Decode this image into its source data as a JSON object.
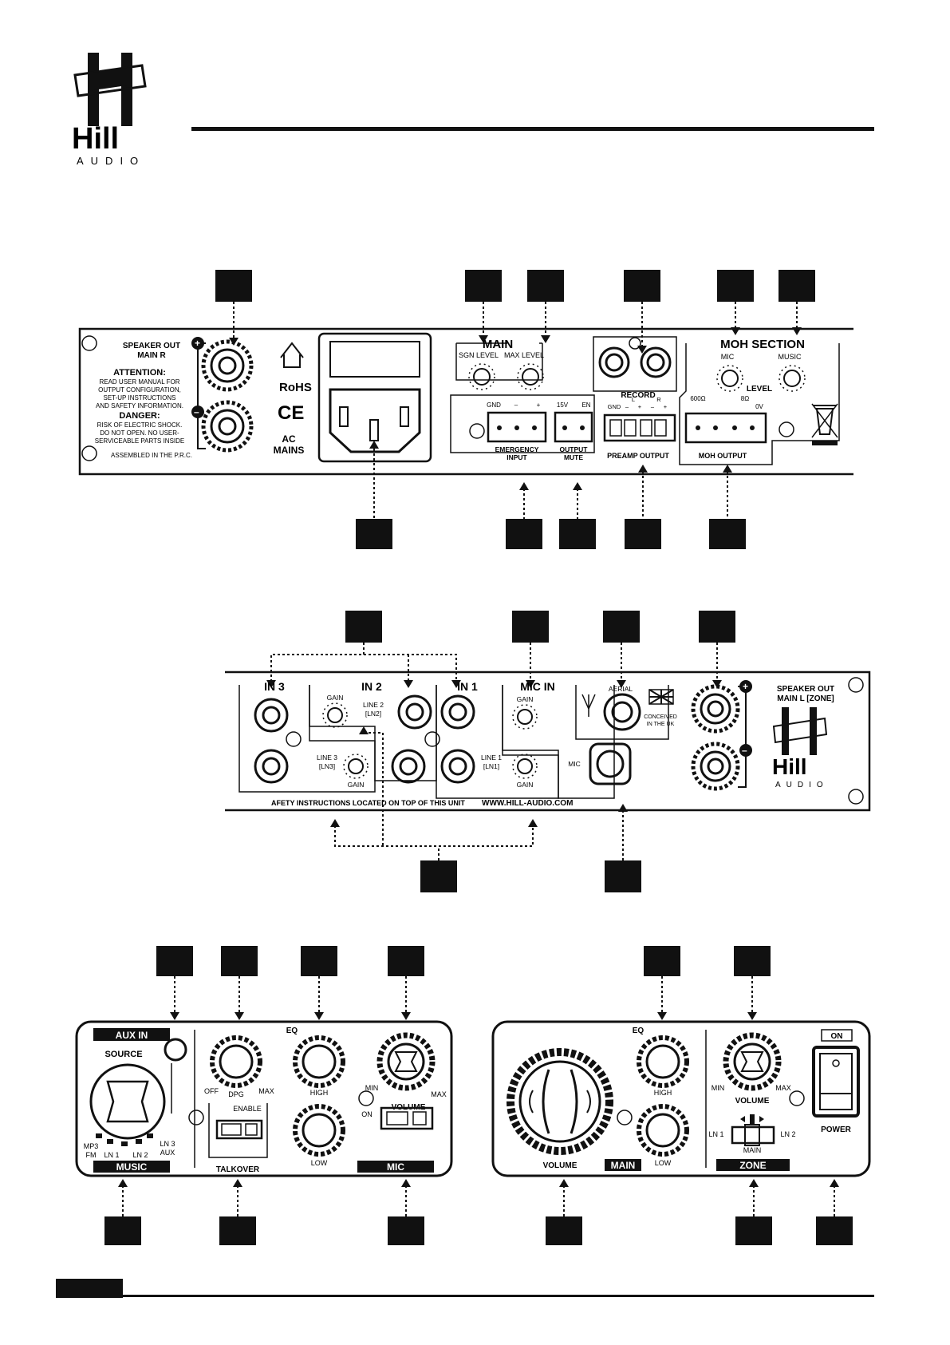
{
  "logo": {
    "name": "Hill",
    "sub": "AUDIO"
  },
  "rear": {
    "speaker_out_r": [
      "SPEAKER OUT",
      "MAIN R"
    ],
    "attention_title": "ATTENTION:",
    "attention_lines": [
      "READ USER MANUAL FOR",
      "OUTPUT CONFIGURATION,",
      "SET-UP INSTRUCTIONS",
      "AND SAFETY INFORMATION."
    ],
    "danger_title": "DANGER:",
    "danger_lines": [
      "RISK OF ELECTRIC SHOCK.",
      "DO NOT OPEN. NO USER-",
      "SERVICEABLE PARTS INSIDE"
    ],
    "assembled": "ASSEMBLED IN THE P.R.C.",
    "rohs": "RoHS",
    "ce": "CE",
    "ac_mains": [
      "AC",
      "MAINS"
    ],
    "main_title": "MAIN",
    "sgn_level": "SGN LEVEL",
    "max_level": "MAX LEVEL",
    "emergency_pins": [
      "GND",
      "–",
      "+"
    ],
    "emergency_input": [
      "EMERGENCY",
      "INPUT"
    ],
    "mute_pins": [
      "15V",
      "EN"
    ],
    "output_mute": [
      "OUTPUT",
      "MUTE"
    ],
    "record": "RECORD",
    "record_pins": [
      "GND",
      "–",
      "L",
      "+",
      "–",
      "R",
      "+"
    ],
    "preamp_output": "PREAMP OUTPUT",
    "moh_section": "MOH SECTION",
    "moh_mic": "MIC",
    "moh_music": "MUSIC",
    "moh_level": "LEVEL",
    "moh_pins": [
      "600Ω",
      "8Ω",
      "0V"
    ],
    "moh_output": "MOH OUTPUT"
  },
  "front_in": {
    "in3": "IN 3",
    "in2": "IN 2",
    "in1": "IN 1",
    "mic_in": "MIC IN",
    "gain": "GAIN",
    "line2": [
      "LINE 2",
      "[LN2]"
    ],
    "line3": [
      "LINE 3",
      "[LN3]"
    ],
    "line1": [
      "LINE 1",
      "[LN1]"
    ],
    "aerial": "AERIAL",
    "conceived": [
      "CONCEIVED",
      "IN THE UK"
    ],
    "mic": "MIC",
    "speaker_out_l": [
      "SPEAKER OUT",
      "MAIN L [ZONE]"
    ],
    "safety": "AFETY INSTRUCTIONS LOCATED ON TOP OF THIS UNIT",
    "website": "WWW.HILL-AUDIO.COM"
  },
  "front_left": {
    "aux_in": "AUX IN",
    "source": "SOURCE",
    "src_labels": [
      "MP3",
      "FM",
      "LN 1",
      "LN 2",
      "LN 3",
      "AUX"
    ],
    "music": "MUSIC",
    "talk_off": "OFF",
    "talk_dpg": "DPG",
    "talk_max": "MAX",
    "enable": "ENABLE",
    "talkover": "TALKOVER",
    "eq": "EQ",
    "high": "HIGH",
    "low": "LOW",
    "min": "MIN",
    "max": "MAX",
    "volume": "VOLUME",
    "on": "ON",
    "mic": "MIC"
  },
  "front_right": {
    "volume": "VOLUME",
    "main": "MAIN",
    "eq": "EQ",
    "high": "HIGH",
    "low": "LOW",
    "min": "MIN",
    "max": "MAX",
    "zone_volume": "VOLUME",
    "ln1": "LN 1",
    "ln2": "LN 2",
    "main_sw": "MAIN",
    "zone": "ZONE",
    "on": "ON",
    "power": "POWER"
  }
}
